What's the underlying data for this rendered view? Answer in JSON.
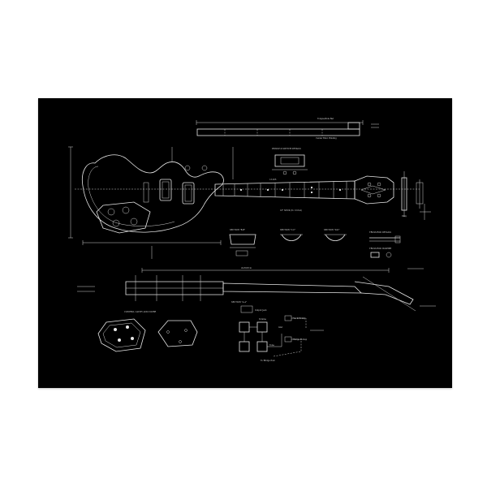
{
  "colors": {
    "background": "#ffffff",
    "poster": "#000000",
    "ink": "#e8e8e8"
  },
  "labels": {
    "top_note": "Tongue/Side Bar",
    "center_note": "Center Bind. Binding",
    "pickup_detail": "PICKUP & SWITCH DETAILS",
    "neck_dim": "13.265",
    "fret_top": "18° NECK (To 13 fret)",
    "section_b": "SECTION \"B-B\"",
    "section_c": "SECTION \"C-C\"",
    "section_d": "SECTION \"D-D\"",
    "truss_details": "TRUSS ROD DETAILS",
    "truss_washer": "TRUSS ROD WASHER",
    "section_a": "SECTION \"A-A\"",
    "length_dim": "24.5625 in",
    "control_cavity": "CONTROL CAVITY AND COVER",
    "output_jack": "Output Jack",
    "volume": "Volume",
    "tone": "Tone",
    "gnd": "Gnd",
    "bridge_pickup": "Bridge Pickup",
    "neck_pickup": "Neck Pickup",
    "ground_to_bridge": "To Bridge Post",
    "inlay": "Inlay"
  }
}
